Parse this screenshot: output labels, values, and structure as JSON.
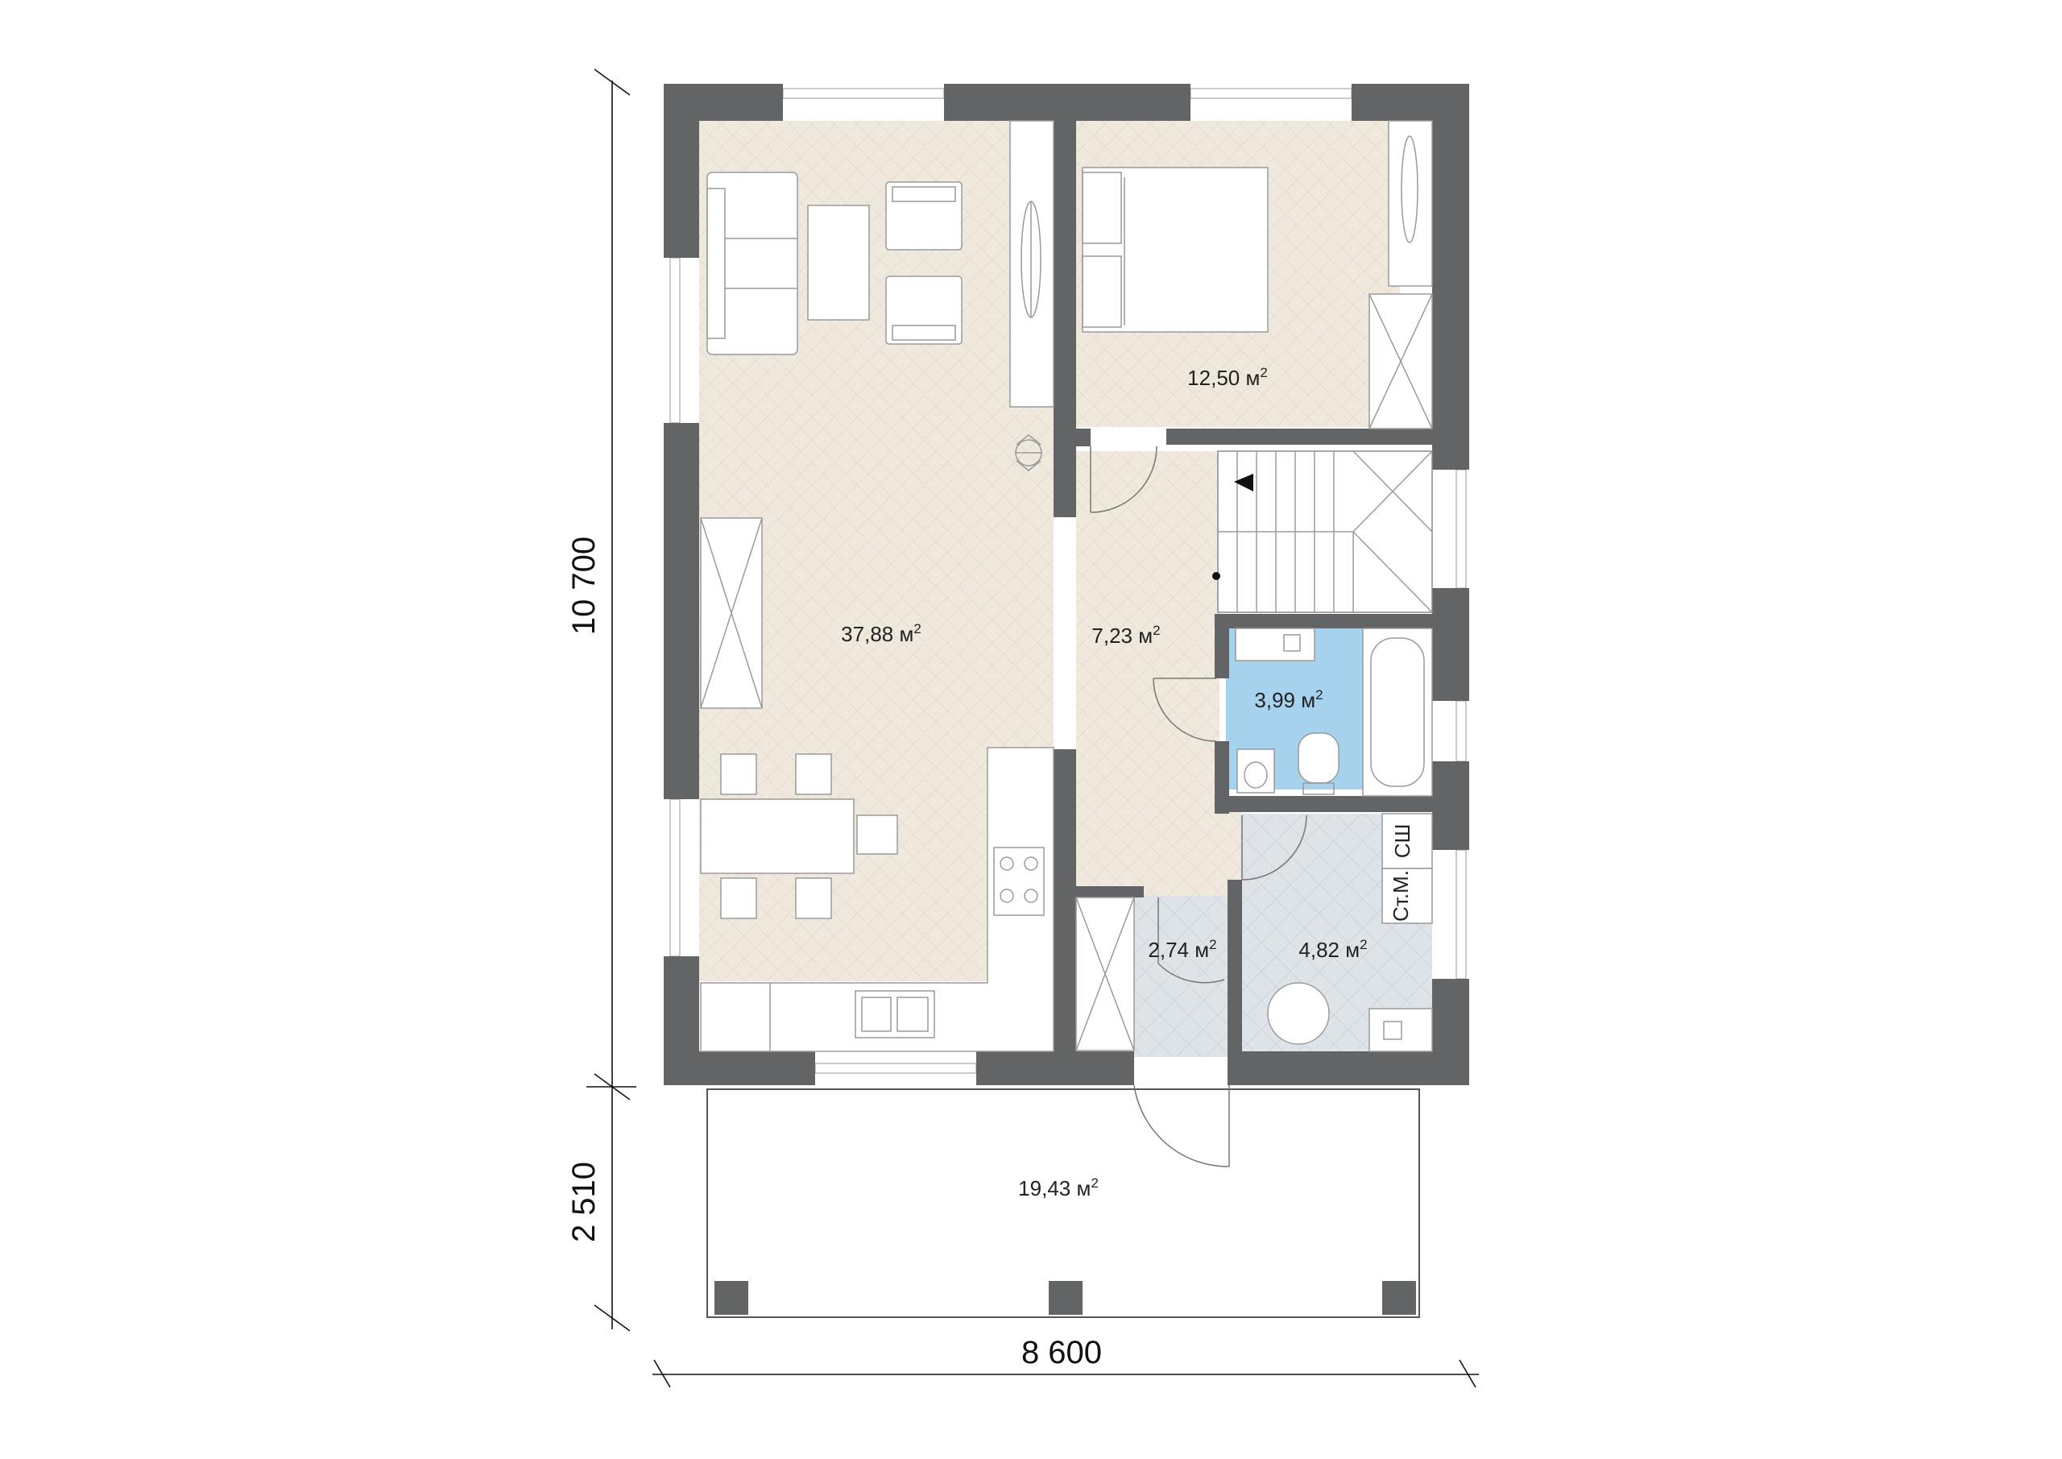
{
  "rooms": {
    "living_kitchen": "37,88 м",
    "bedroom": "12,50 м",
    "hall": "7,23 м",
    "bathroom": "3,99 м",
    "vestibule": "2,74 м",
    "utility": "4,82 м",
    "terrace": "19,43 м"
  },
  "superscript": "2",
  "fixtures": {
    "boiler_tag": "Ст.М.",
    "dryer_tag": "СШ"
  },
  "dimensions": {
    "house_depth": "10 700",
    "terrace_depth": "2 510",
    "house_width": "8 600"
  },
  "colors": {
    "wall": "#636466",
    "floor": "#efe8dd",
    "bathroom_floor": "#a6d2ee",
    "tile_floor": "#dde3e7"
  }
}
